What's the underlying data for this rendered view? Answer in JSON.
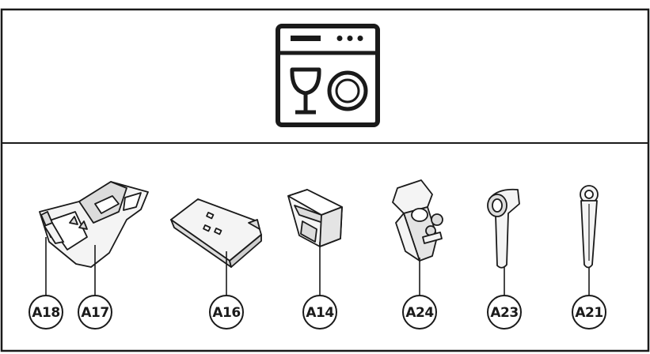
{
  "header": {
    "icon": "dishwasher-icon"
  },
  "parts": [
    {
      "label": "A18",
      "icon": "base-tray-icon"
    },
    {
      "label": "A17",
      "icon": "holder-tray-icon"
    },
    {
      "label": "A16",
      "icon": "lid-plate-icon"
    },
    {
      "label": "A14",
      "icon": "cup-container-icon"
    },
    {
      "label": "A24",
      "icon": "valve-assembly-icon"
    },
    {
      "label": "A23",
      "icon": "tool-lever-icon"
    },
    {
      "label": "A21",
      "icon": "tool-wrench-icon"
    }
  ],
  "colors": {
    "stroke": "#1a1a1a",
    "fill": "#f4f4f4",
    "shade": "#dcdcdc"
  }
}
